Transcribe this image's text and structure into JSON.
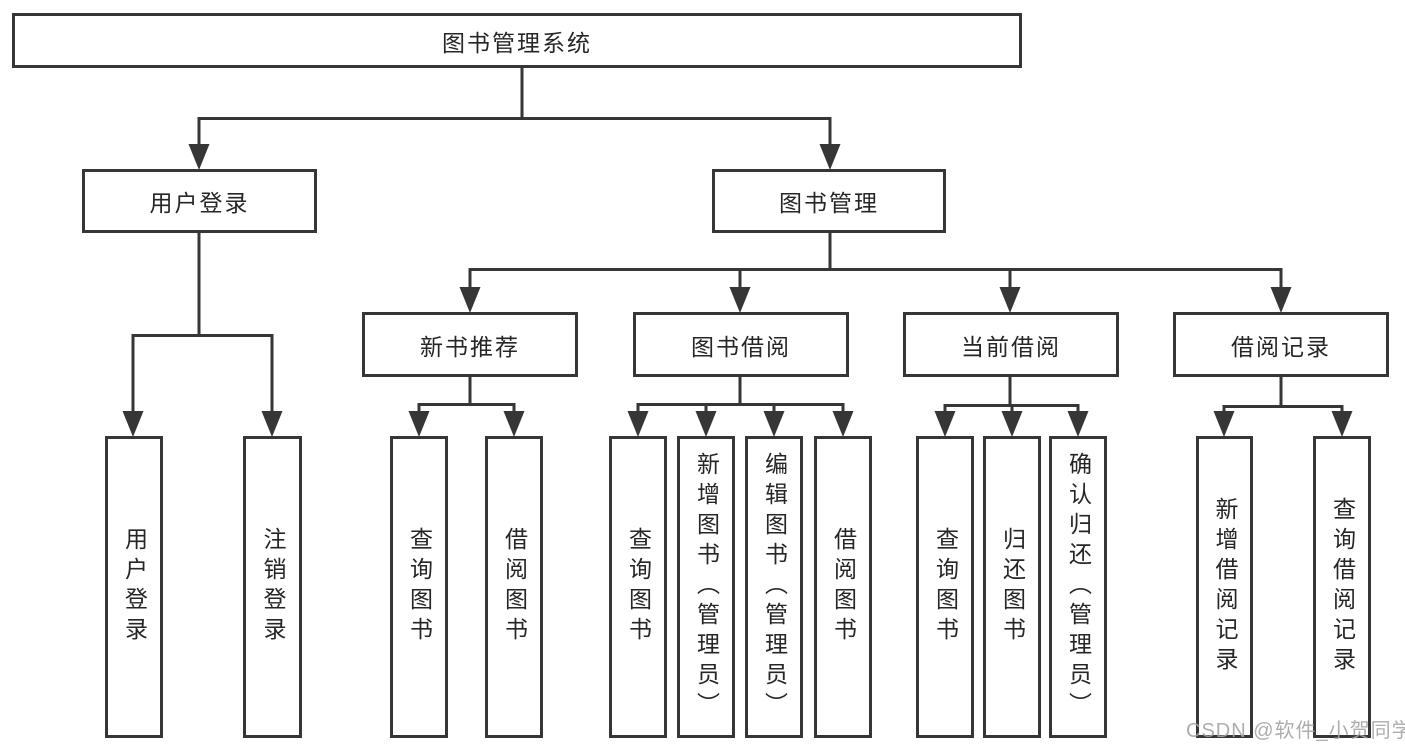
{
  "diagram": {
    "title": "图书管理系统",
    "level1": [
      {
        "label": "用户登录",
        "children": [
          "用户登录",
          "注销登录"
        ]
      },
      {
        "label": "图书管理",
        "sections": [
          {
            "label": "新书推荐",
            "children": [
              "查询图书",
              "借阅图书"
            ]
          },
          {
            "label": "图书借阅",
            "children": [
              "查询图书",
              "新增图书（管理员）",
              "编辑图书（管理员）",
              "借阅图书"
            ]
          },
          {
            "label": "当前借阅",
            "children": [
              "查询图书",
              "归还图书",
              "确认归还（管理员）"
            ]
          },
          {
            "label": "借阅记录",
            "children": [
              "新增借阅记录",
              "查询借阅记录"
            ]
          }
        ]
      }
    ]
  },
  "watermark": {
    "text": "CSDN @软件_小贺同学"
  },
  "colors": {
    "line": "#363636",
    "box_border": "#363636",
    "text": "#262626",
    "background": "#ffffff",
    "watermark": "#a4a4a4"
  }
}
